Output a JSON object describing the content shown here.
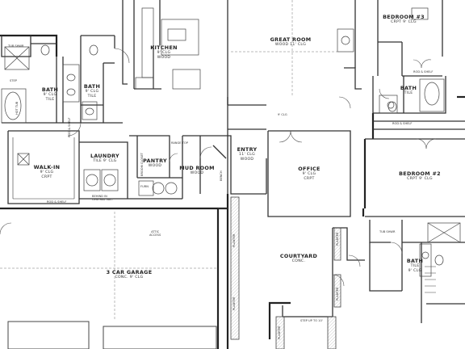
{
  "rooms": {
    "bedroom3": {
      "name": "BEDROOM #3",
      "detail": "CRPT   9' CLG"
    },
    "great_room": {
      "name": "GREAT ROOM",
      "detail": "WOOD   11' CLG"
    },
    "kitchen": {
      "name": "KITCHEN",
      "detail": "9' CLG\nWOOD"
    },
    "bath_master": {
      "name": "BATH",
      "detail": "9' CLG\nTILE"
    },
    "bath_center": {
      "name": "BATH",
      "detail": "9' CLG\nTILE"
    },
    "bath_upper_right": {
      "name": "BATH",
      "detail": "TILE"
    },
    "walkin": {
      "name": "WALK-IN",
      "detail": "9' CLG\nCRPT"
    },
    "laundry": {
      "name": "LAUNDRY",
      "detail": "TILE   9' CLG"
    },
    "pantry": {
      "name": "PANTRY",
      "detail": "WOOD"
    },
    "mudroom": {
      "name": "MUD ROOM",
      "detail": "WOOD"
    },
    "entry": {
      "name": "ENTRY",
      "detail": "11' CLG\nWOOD"
    },
    "office": {
      "name": "OFFICE",
      "detail": "9' CLG\nCRPT"
    },
    "bedroom2": {
      "name": "BEDROOM #2",
      "detail": "CRPT   9' CLG"
    },
    "garage": {
      "name": "3 CAR GARAGE",
      "detail": "CONC.   9' CLG"
    },
    "courtyard": {
      "name": "COURTYARD",
      "detail": "CONC."
    },
    "bath_lower_right": {
      "name": "BATH",
      "detail": "TILE\n9' CLG"
    }
  },
  "notes": {
    "tub_shwr_1": "TUB SHWR",
    "step": "STEP",
    "hot_tub": "HOT TUB",
    "rod_shelf_1": "ROD & SHELF",
    "rod_shelf_2": "ROD & SHELF",
    "rod_shelf_3": "ROD & SHELF",
    "rod_shelf_4": "ROD & SHELF",
    "central_vac": "BEHIND IN\nCENTRAL VAC.",
    "broom_closet": "BROOM CLOSET",
    "range_top": "RANGE TOP",
    "clg_9": "9' CLG",
    "bench": "BENCH",
    "furn": "FURN",
    "attic": "ATTIC\nACCESS",
    "planter_1": "PLANTER",
    "planter_2": "PLANTER",
    "planter_3": "PLANTER",
    "planter_4": "PLANTER",
    "planter_5": "PLANTER",
    "tub_shwr_2": "TUB SHWR",
    "step_up": "STEP UP TO 10'"
  }
}
